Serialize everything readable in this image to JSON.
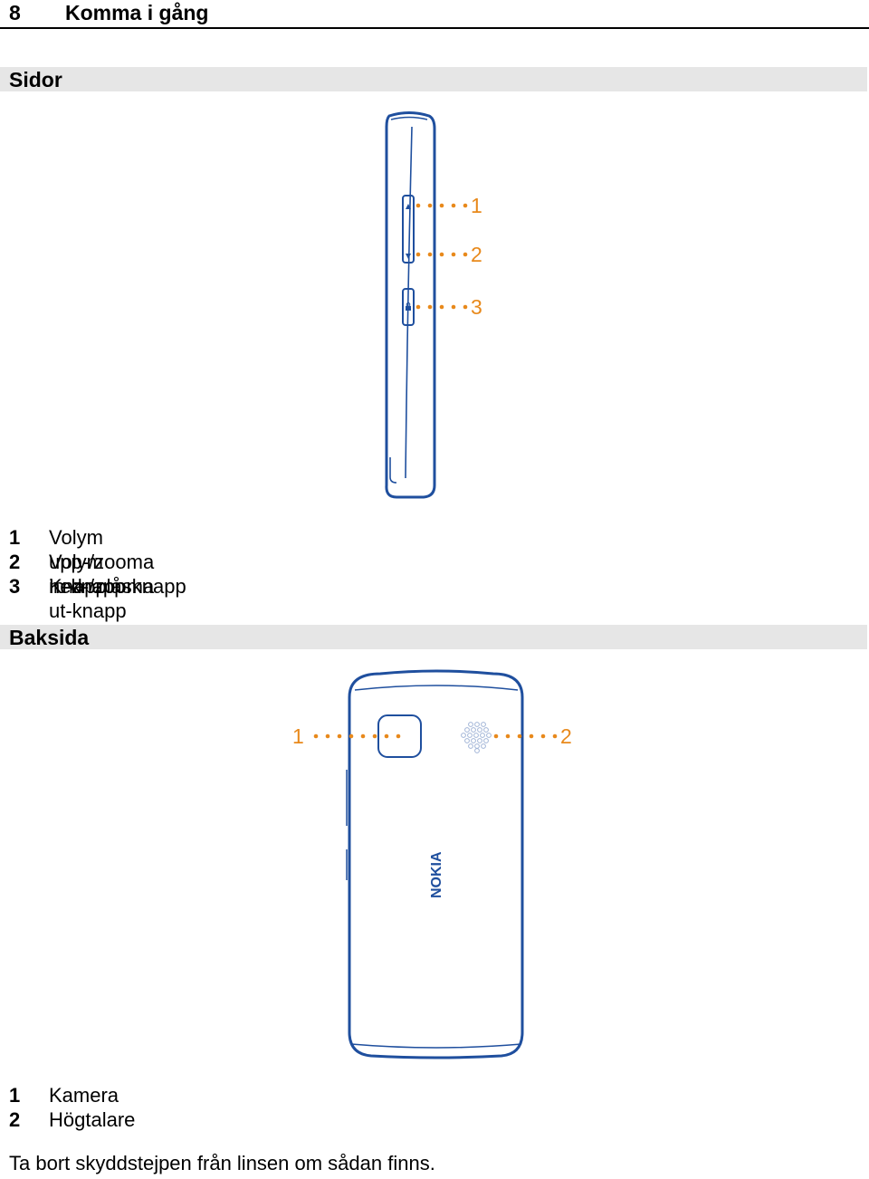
{
  "header": {
    "page_number": "8",
    "title": "Komma i gång"
  },
  "sides": {
    "heading": "Sidor",
    "callouts": [
      "1",
      "2",
      "3"
    ],
    "items": [
      {
        "num": "1",
        "label": "Volym upp-/zooma in-knapp"
      },
      {
        "num": "2",
        "label": "Volym ned-/zooma ut-knapp"
      },
      {
        "num": "3",
        "label": "Knapplåsknapp"
      }
    ]
  },
  "back": {
    "heading": "Baksida",
    "logo": "NOKIA",
    "callouts": [
      "1",
      "2"
    ],
    "items": [
      {
        "num": "1",
        "label": "Kamera"
      },
      {
        "num": "2",
        "label": "Högtalare"
      }
    ]
  },
  "note": "Ta bort skyddstejpen från linsen om sådan finns.",
  "colors": {
    "outline": "#1f4f9e",
    "callout": "#e8891b",
    "section_bar": "#e6e6e6"
  }
}
